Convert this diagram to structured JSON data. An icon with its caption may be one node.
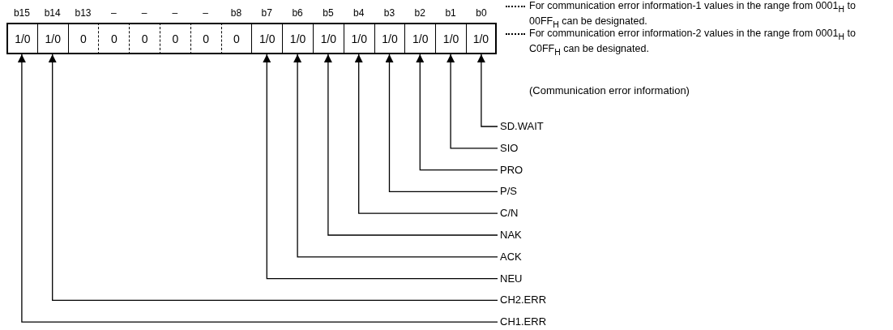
{
  "diagram": {
    "nodes": [
      {
        "text": [
          "1/0"
        ],
        "beside": [
          "b15"
        ]
      },
      {
        "text": [
          "1/0"
        ],
        "beside": [
          "b14"
        ]
      },
      {
        "text": [
          "0"
        ],
        "beside": [
          "b13"
        ]
      },
      {
        "text": [
          "0"
        ],
        "beside": [
          "–"
        ]
      },
      {
        "text": [
          "0"
        ],
        "beside": [
          "–"
        ]
      },
      {
        "text": [
          "0"
        ],
        "beside": [
          "–"
        ]
      },
      {
        "text": [
          "0"
        ],
        "beside": [
          "–"
        ]
      },
      {
        "text": [
          "0"
        ],
        "beside": [
          "b8"
        ]
      },
      {
        "text": [
          "1/0"
        ],
        "beside": [
          "b7"
        ]
      },
      {
        "text": [
          "1/0"
        ],
        "beside": [
          "b6"
        ]
      },
      {
        "text": [
          "1/0"
        ],
        "beside": [
          "b5"
        ]
      },
      {
        "text": [
          "1/0"
        ],
        "beside": [
          "b4"
        ]
      },
      {
        "text": [
          "1/0"
        ],
        "beside": [
          "b3"
        ]
      },
      {
        "text": [
          "1/0"
        ],
        "beside": [
          "b2"
        ]
      },
      {
        "text": [
          "1/0"
        ],
        "beside": [
          "b1"
        ]
      },
      {
        "text": [
          "1/0"
        ],
        "beside": [
          "b0"
        ]
      },
      {
        "text": [
          "SD.WAIT"
        ]
      },
      {
        "text": [
          "SIO"
        ]
      },
      {
        "text": [
          "PRO"
        ]
      },
      {
        "text": [
          "P/S"
        ]
      },
      {
        "text": [
          "C/N"
        ]
      },
      {
        "text": [
          "NAK"
        ]
      },
      {
        "text": [
          "ACK"
        ]
      },
      {
        "text": [
          "NEU"
        ]
      },
      {
        "text": [
          "CH2.ERR"
        ]
      },
      {
        "text": [
          "CH1.ERR"
        ]
      }
    ],
    "edges": [
      {
        "from": 16,
        "to": 15,
        "arrow": "to"
      },
      {
        "from": 17,
        "to": 14,
        "arrow": "to"
      },
      {
        "from": 18,
        "to": 13,
        "arrow": "to"
      },
      {
        "from": 19,
        "to": 12,
        "arrow": "to"
      },
      {
        "from": 20,
        "to": 11,
        "arrow": "to"
      },
      {
        "from": 21,
        "to": 10,
        "arrow": "to"
      },
      {
        "from": 22,
        "to": 9,
        "arrow": "to"
      },
      {
        "from": 23,
        "to": 8,
        "arrow": "to"
      },
      {
        "from": 24,
        "to": 1,
        "arrow": "to"
      },
      {
        "from": 25,
        "to": 0,
        "arrow": "to"
      }
    ],
    "labels": [
      "For communication error information-1 values in the range from 0001$_{H}$ to 00FF$_{H}$ can be designated.",
      "For communication error information-2 values in the range from 0001$_{H}$ to C0FF$_{H}$ can be designated.",
      "(Communication error information)"
    ]
  }
}
